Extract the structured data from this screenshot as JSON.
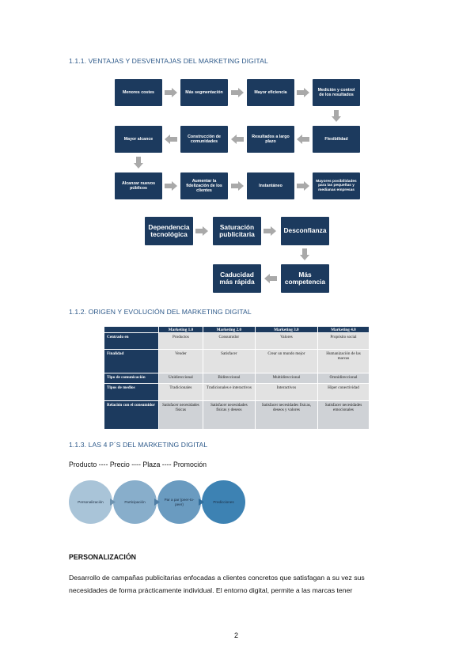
{
  "sections": {
    "s1": "1.1.1. VENTAJAS Y DESVENTAJAS DEL MARKETING DIGITAL",
    "s2": "1.1.2. ORIGEN Y EVOLUCIÓN DEL MARKETING DIGITAL",
    "s3": "1.1.3. LAS 4 P´S DEL MARKETING DIGITAL"
  },
  "ventajas": [
    "Menores costes",
    "Más segmentación",
    "Mayor eficiencia",
    "Medición y control de los resultados",
    "Flexibilidad",
    "Resultados a largo plazo",
    "Construcción de comunidades",
    "Mayor alcance",
    "Alcanzar nuevos públicos",
    "Aumentar la fidelización de los clientes",
    "Instantáneo",
    "Mayores posibilidades para las pequeñas y medianas empresas"
  ],
  "desventajas": [
    "Dependencia tecnológica",
    "Saturación publicitaria",
    "Desconfianza",
    "Más competencia",
    "Caducidad más rápida"
  ],
  "table": {
    "headers": [
      "",
      "Marketing 1.0",
      "Marketing 2.0",
      "Marketing 3.0",
      "Marketing 4.0"
    ],
    "rows": [
      [
        "Centrado en",
        "Productos",
        "Consumidor",
        "Valores",
        "Propósito social"
      ],
      [
        "Finalidad",
        "Vender",
        "Satisfacer",
        "Crear un mundo mejor",
        "Humanización de las marcas"
      ],
      [
        "Tipo de comunicación",
        "Unidireccional",
        "Bidireccional",
        "Multidireccional",
        "Omnidireccional"
      ],
      [
        "Tipos de medios",
        "Tradicionales",
        "Tradicionales e interactivos",
        "Interactivos",
        "Hiper conectividad"
      ],
      [
        "Relación con el consumidor",
        "Satisfacer necesidades físicas",
        "Satisfacer necesidades físicas y deseos",
        "Satisfacer necesidades físicas, deseos y valores",
        "Satisfacer necesidades emocionales"
      ]
    ]
  },
  "four_ps_line": "Producto ---- Precio ---- Plaza ---- Promoción",
  "circles": [
    "Personalización",
    "Participación",
    "Par a par (peer-to-peer)",
    "Predicciones"
  ],
  "personalizacion": {
    "title": "PERSONALIZACIÓN",
    "line1": "Desarrollo de campañas publicitarias enfocadas a clientes concretos que satisfagan a su vez sus",
    "line2": "necesidades de forma prácticamente individual. El entorno digital, permite a las marcas tener"
  },
  "page_number": "2",
  "colors": {
    "box": "#1c3a5e",
    "heading": "#2e5a8a",
    "arrow": "#a9a9a9"
  }
}
